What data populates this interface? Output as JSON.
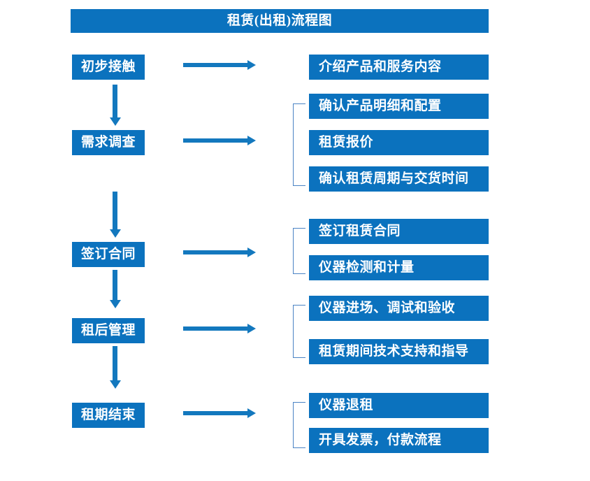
{
  "diagram": {
    "title": "租赁(出租)流程图",
    "accent_color": "#0B72BE",
    "arrow_color": "#1378BE",
    "bracket_color": "#4A83C4",
    "text_color": "#FFFFFF",
    "background_color": "#FFFFFF",
    "stages": [
      {
        "label": "初步接触",
        "details": [
          "介绍产品和服务内容"
        ],
        "bracketed": false
      },
      {
        "label": "需求调查",
        "details": [
          "确认产品明细和配置",
          "租赁报价",
          "确认租赁周期与交货时间"
        ],
        "bracketed": true
      },
      {
        "label": "签订合同",
        "details": [
          "签订租赁合同",
          "仪器检测和计量"
        ],
        "bracketed": true
      },
      {
        "label": "租后管理",
        "details": [
          "仪器进场、调试和验收",
          "租赁期间技术支持和指导"
        ],
        "bracketed": true
      },
      {
        "label": "租期结束",
        "details": [
          "仪器退租",
          "开具发票，付款流程"
        ],
        "bracketed": true
      }
    ]
  }
}
